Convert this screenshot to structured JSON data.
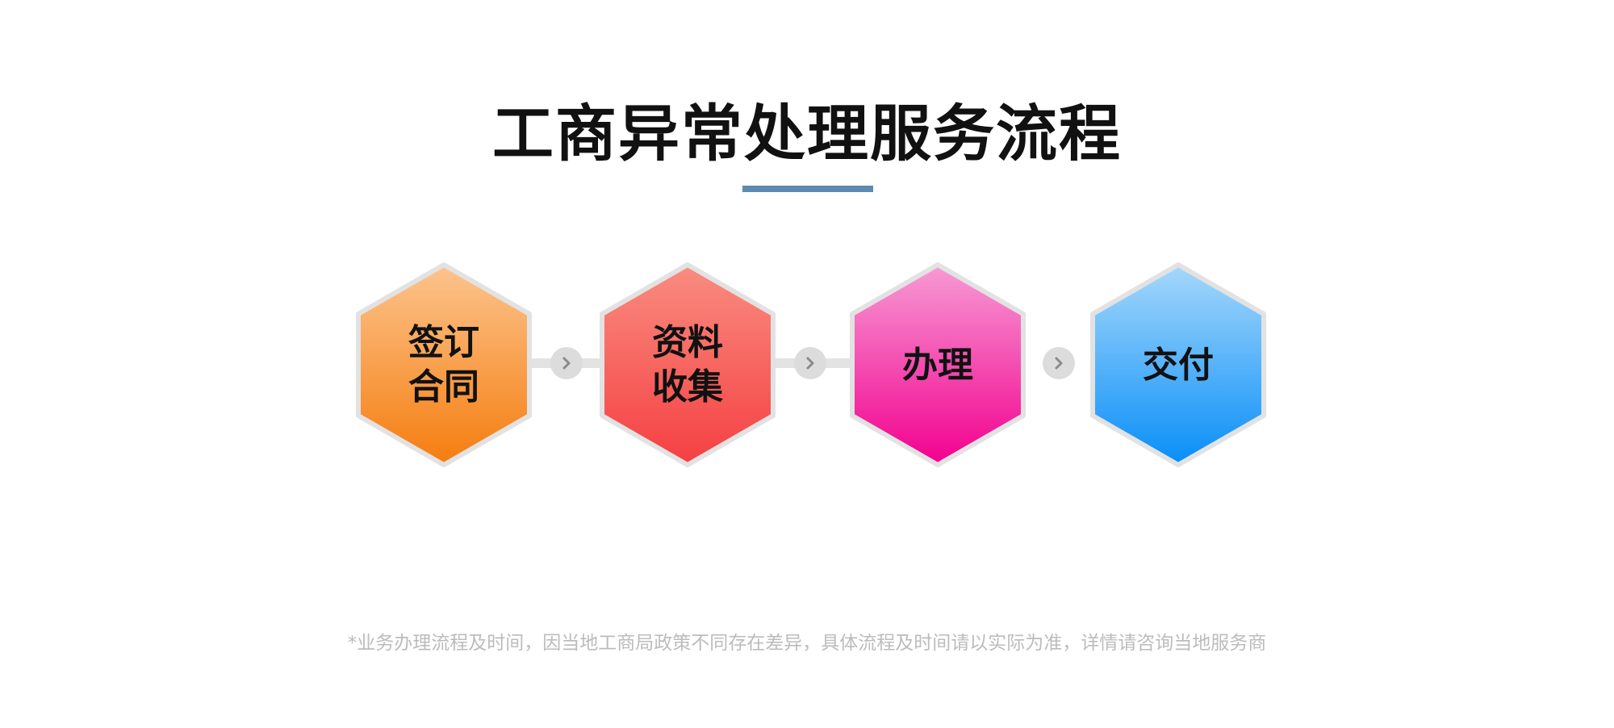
{
  "title": "工商异常处理服务流程",
  "steps": [
    {
      "line1": "签订",
      "line2": "合同",
      "color_top": "#fcc48e",
      "color_bottom": "#f57d0f"
    },
    {
      "line1": "资料",
      "line2": "收集",
      "color_top": "#f98d80",
      "color_bottom": "#f53f42"
    },
    {
      "line1": "办理",
      "line2": "",
      "color_top": "#f79bd4",
      "color_bottom": "#f2008e"
    },
    {
      "line1": "交付",
      "line2": "",
      "color_top": "#a6d8fb",
      "color_bottom": "#088ef8"
    }
  ],
  "colors": {
    "title_underline": "#5e89b0",
    "hex_border": "#e2e2e2",
    "connector": "#e3e3e3",
    "arrow_circle": "#dcdcdc",
    "footnote": "#bcbcbc"
  },
  "arrow_icon": "chevron-right-icon",
  "footnote": "*业务办理流程及时间，因当地工商局政策不同存在差异，具体流程及时间请以实际为准，详情请咨询当地服务商"
}
